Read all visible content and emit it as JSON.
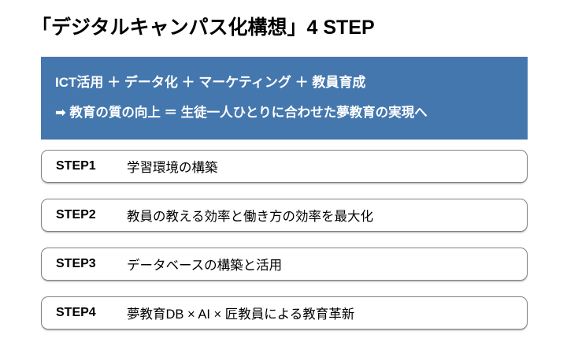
{
  "slide": {
    "title": "「デジタルキャンパス化構想」4 STEP",
    "banner": {
      "background_color": "#4477ae",
      "text_color": "#ffffff",
      "lines": [
        "ICT活用 ＋ データ化 ＋ マーケティング ＋ 教員育成",
        "➡ 教育の質の向上 ＝ 生徒一人ひとりに合わせた夢教育の実現へ"
      ]
    },
    "steps": [
      {
        "label": "STEP1",
        "text": "学習環境の構築"
      },
      {
        "label": "STEP2",
        "text": "教員の教える効率と働き方の効率を最大化"
      },
      {
        "label": "STEP3",
        "text": "データベースの構築と活用"
      },
      {
        "label": "STEP4",
        "text": "夢教育DB × AI × 匠教員による教育革新"
      }
    ]
  }
}
